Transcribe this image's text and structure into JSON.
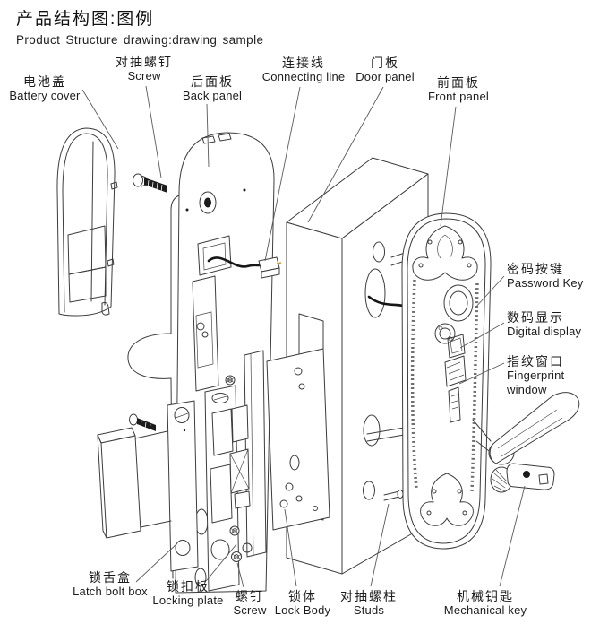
{
  "title": {
    "zh": "产品结构图:图例",
    "en": "Product Structure drawing:drawing sample"
  },
  "labels": {
    "battery_cover": {
      "zh": "电池盖",
      "en": "Battery cover"
    },
    "screw_top": {
      "zh": "对抽螺钉",
      "en": "Screw"
    },
    "back_panel": {
      "zh": "后面板",
      "en": "Back panel"
    },
    "connecting_line": {
      "zh": "连接线",
      "en": "Connecting line"
    },
    "door_panel": {
      "zh": "门板",
      "en": "Door panel"
    },
    "front_panel": {
      "zh": "前面板",
      "en": "Front panel"
    },
    "password_key": {
      "zh": "密码按键",
      "en": "Password Key"
    },
    "digital_display": {
      "zh": "数码显示",
      "en": "Digital display"
    },
    "fingerprint_window": {
      "zh": "指纹窗口",
      "en": "Fingerprint window"
    },
    "latch_bolt_box": {
      "zh": "锁舌盒",
      "en": "Latch bolt box"
    },
    "locking_plate": {
      "zh": "锁扣板",
      "en": "Locking plate"
    },
    "screw_bottom": {
      "zh": "螺钉",
      "en": "Screw"
    },
    "lock_body": {
      "zh": "锁体",
      "en": "Lock Body"
    },
    "studs": {
      "zh": "对抽螺柱",
      "en": "Studs"
    },
    "mechanical_key": {
      "zh": "机械钥匙",
      "en": "Mechanical key"
    }
  },
  "colors": {
    "background": "#ffffff",
    "line_art": "#3c3c3c",
    "text": "#1c1c1c",
    "wire": "#161616",
    "leader_line": "#5a5a5a"
  }
}
